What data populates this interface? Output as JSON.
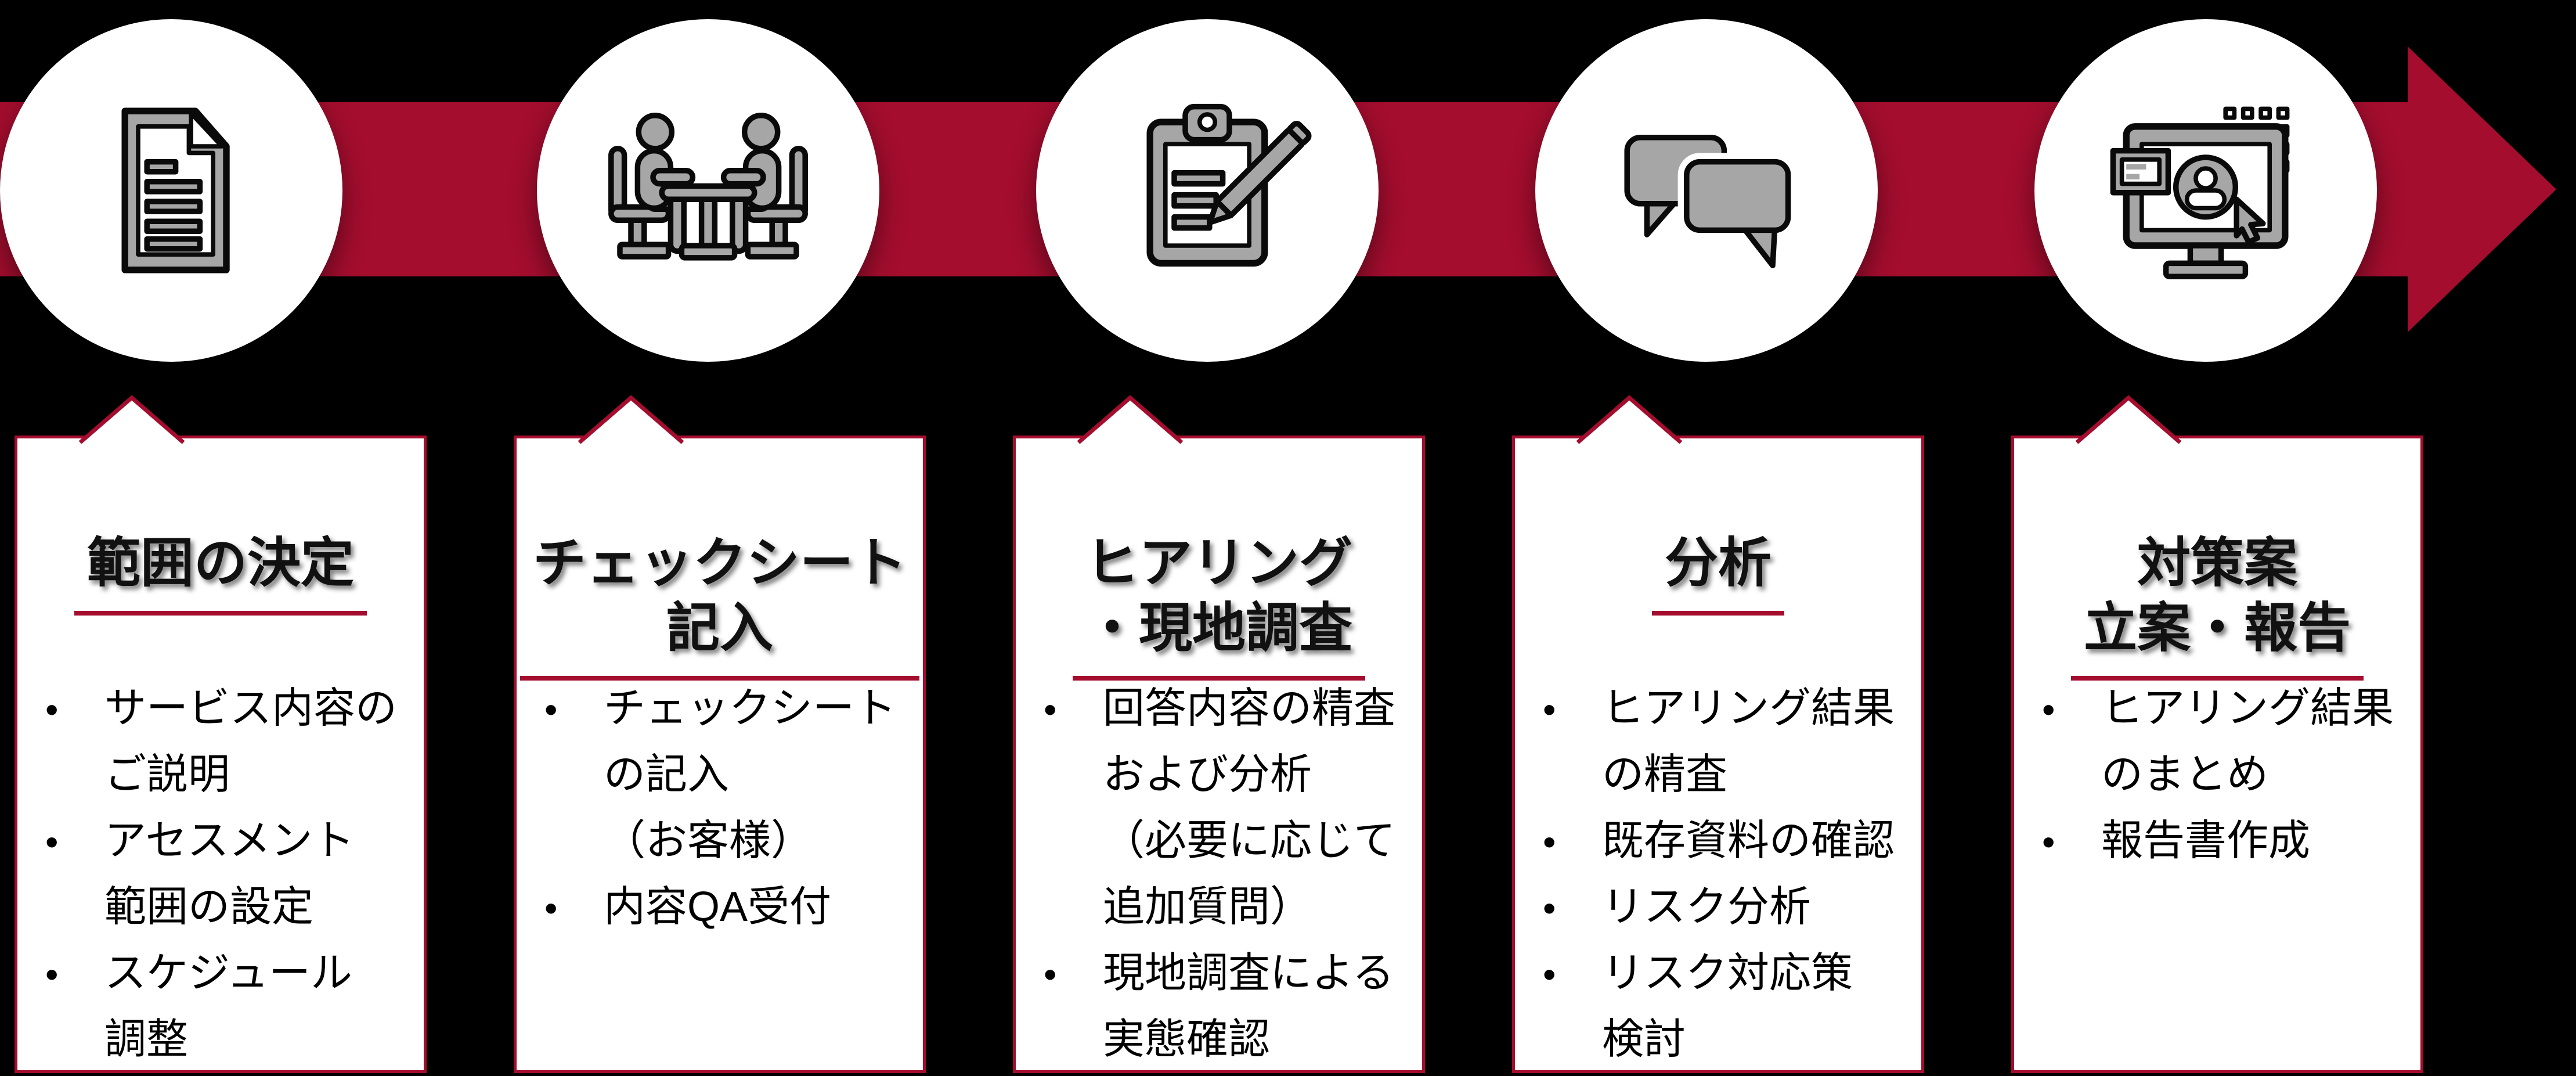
{
  "diagram": {
    "background_color": "#000000",
    "accent_color": "#A40D2E",
    "icon_gray_color": "#A6A6A6",
    "flow_direction": "left-to-right-arrow",
    "steps": [
      {
        "icon": "meeting-icon",
        "title": "範囲の決定",
        "bullets": [
          "サービス内容の\nご説明",
          "アセスメント\n範囲の設定",
          "スケジュール\n調整"
        ]
      },
      {
        "icon": "checksheet-icon",
        "title": "チェックシート\n記入",
        "bullets": [
          "チェックシート\nの記入\n（お客様）",
          "内容QA受付"
        ]
      },
      {
        "icon": "chat-bubbles-icon",
        "title": "ヒアリング\n・現地調査",
        "bullets": [
          "回答内容の精査\nおよび分析\n（必要に応じて\n追加質問）",
          "現地調査による\n実態確認"
        ]
      },
      {
        "icon": "monitor-analysis-icon",
        "title": "分析",
        "bullets": [
          "ヒアリング結果\nの精査",
          "既存資料の確認",
          "リスク分析",
          "リスク対応策\n検討"
        ]
      },
      {
        "icon": "document-report-icon",
        "title": "対策案\n立案・報告",
        "bullets": [
          "ヒアリング結果\nのまとめ",
          "報告書作成"
        ]
      }
    ]
  }
}
